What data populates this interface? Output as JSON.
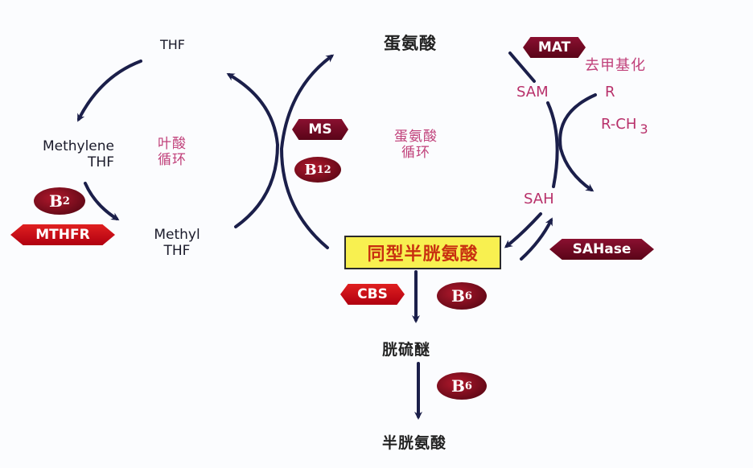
{
  "folate_cycle": {
    "thf": "THF",
    "methylene_thf_line1": "Methylene",
    "methylene_thf_line2": "THF",
    "methyl_thf_line1": "Methyl",
    "methyl_thf_line2": "THF",
    "cycle_label_line1": "叶酸",
    "cycle_label_line2": "循环"
  },
  "methionine_cycle": {
    "methionine": "蛋氨酸",
    "cycle_label_line1": "蛋氨酸",
    "cycle_label_line2": "循环",
    "sam": "SAM",
    "sah": "SAH",
    "demethylation": "去甲基化",
    "r": "R",
    "r_ch3": "R-CH",
    "r_ch3_sub": "3",
    "homocysteine": "同型半胱氨酸"
  },
  "transsulfuration": {
    "cystathionine": "胱硫醚",
    "cysteine": "半胱氨酸"
  },
  "enzymes": {
    "mthfr": "MTHFR",
    "ms": "MS",
    "mat": "MAT",
    "sahase": "SAHase",
    "cbs": "CBS"
  },
  "cofactors": {
    "b2": {
      "letter": "B",
      "sub": "2"
    },
    "b12": {
      "letter": "B",
      "sub": "12"
    },
    "b6_cbs": {
      "letter": "B",
      "sub": "6"
    },
    "b6_second": {
      "letter": "B",
      "sub": "6"
    }
  },
  "colors": {
    "arrow": "#1b1f4a",
    "enzyme_red": "#d01818",
    "enzyme_dark": "#7a0c26",
    "homocysteine_box": "#f8f050",
    "pink_text": "#b8306a"
  }
}
